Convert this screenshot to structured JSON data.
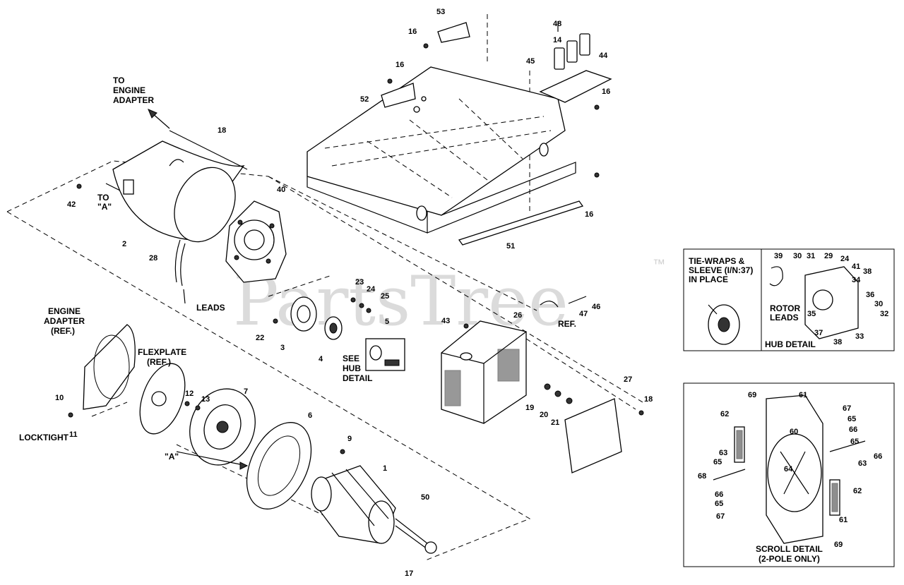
{
  "watermark": {
    "text": "PartsTree",
    "tm": "™"
  },
  "notes": {
    "to_engine_adapter": [
      "TO",
      "ENGINE",
      "ADAPTER"
    ],
    "to_a": [
      "TO",
      "\"A\""
    ],
    "leads": "LEADS",
    "engine_adapter_ref": [
      "ENGINE",
      "ADAPTER",
      "(REF.)"
    ],
    "flexplate_ref": [
      "FLEXPLATE",
      "(REF.)"
    ],
    "locktight": "LOCKTIGHT",
    "a_marker": "\"A\"",
    "see_hub_detail": [
      "SEE",
      "HUB",
      "DETAIL"
    ],
    "ref": "REF.",
    "tie_wraps": [
      "TIE-WRAPS &",
      "SLEEVE (I/N:37)",
      "IN PLACE"
    ],
    "rotor_leads": [
      "ROTOR",
      "LEADS"
    ],
    "hub_detail": "HUB DETAIL",
    "scroll_detail": [
      "SCROLL DETAIL",
      "(2-POLE ONLY)"
    ]
  },
  "callouts": [
    "53",
    "16",
    "16",
    "52",
    "48",
    "14",
    "45",
    "44",
    "16",
    "18",
    "40",
    "42",
    "2",
    "28",
    "16",
    "51",
    "23",
    "24",
    "25",
    "22",
    "3",
    "5",
    "4",
    "43",
    "26",
    "47",
    "46",
    "10",
    "11",
    "12",
    "13",
    "7",
    "6",
    "9",
    "1",
    "50",
    "17",
    "19",
    "20",
    "21",
    "27",
    "18",
    "39",
    "30",
    "31",
    "29",
    "24",
    "41",
    "38",
    "36",
    "34",
    "30",
    "32",
    "35",
    "33",
    "37",
    "38",
    "69",
    "61",
    "62",
    "60",
    "63",
    "65",
    "68",
    "66",
    "65",
    "67",
    "64",
    "67",
    "65",
    "66",
    "65",
    "63",
    "66",
    "62",
    "61",
    "69"
  ]
}
